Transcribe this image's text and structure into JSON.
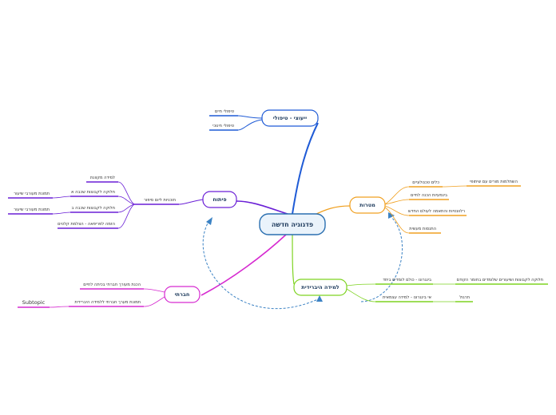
{
  "map": {
    "center": {
      "label": "פדגוגיה חדשה"
    },
    "colors": {
      "blue": "#1f5bd6",
      "purple": "#6a1fd6",
      "orange": "#f0a020",
      "green": "#7ed321",
      "magenta": "#d62ad0",
      "dashed": "#3b82c4",
      "center_border": "#2a6fb0",
      "center_fill": "#eaf3fb"
    },
    "branches": {
      "yeutz": {
        "label": "ייעוצי - טיפולי",
        "children": [
          "טיפולי חיים",
          "טיפולי חינוכי"
        ]
      },
      "pituach": {
        "label": "פיתוח",
        "sub": "תוכניות ליום סיפור",
        "children": [
          "למידה מקוונת",
          "חלוקה לקבוצות שכבה א",
          "חלוקה לקבוצות שכבה ב",
          "הזמה לפריפאה - הצלמת קלטים"
        ],
        "grand": [
          "תמונת מעורבי שיעור",
          "תמונת מעורבי שיעור"
        ]
      },
      "matarot": {
        "label": "מטרות",
        "children": [
          "כלים טכנולוגיים",
          "בינמעיות הכנה לחיים",
          "רלוונטיות והתאמה לעולם החדש",
          "התנסות מעשית"
        ],
        "grand": "השתלמות מורים עם שיתופי"
      },
      "lemida": {
        "label": "למידה היברידית",
        "children": [
          "בינגרונו - כולם לומדים ביחד",
          "אי בינגרונו - למידה עצמאית"
        ],
        "grand": [
          "חלוקה לקבוצות ושיעורים שלומדים בחומר הקודם",
          "תרגול"
        ]
      },
      "chevrati": {
        "label": "חברתי",
        "children": [
          "הכנת מעורך חברתי בכיתה לחיים",
          "תמונת מערך חברתי ללמידה היברידית"
        ],
        "subtopic": "Subtopic"
      }
    }
  }
}
